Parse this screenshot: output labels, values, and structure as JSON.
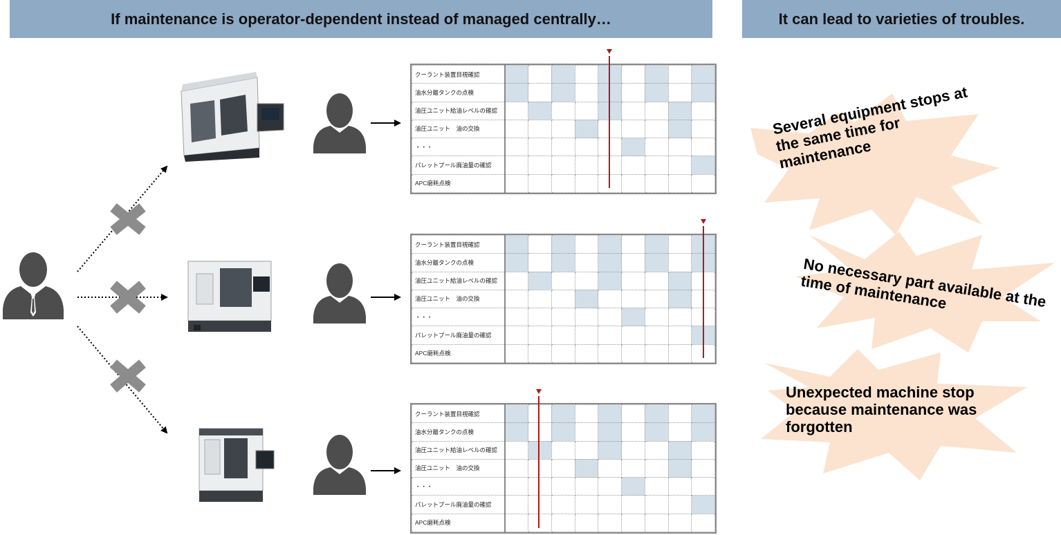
{
  "header": {
    "left_title": "If maintenance is operator-dependent instead of managed centrally…",
    "right_title": "It can lead to varieties of troubles."
  },
  "schedule_tasks": [
    "クーラント装置目視確認",
    "油水分離タンクの点検",
    "油圧ユニット給油レベルの確認",
    "油圧ユニット　油の交換",
    "・・・",
    "パレットプール廃油量の確認",
    "APC磨耗点検"
  ],
  "schedule_pattern": [
    [
      1,
      0,
      1,
      0,
      1,
      0,
      1,
      0,
      1
    ],
    [
      1,
      0,
      1,
      0,
      1,
      0,
      1,
      0,
      1
    ],
    [
      0,
      1,
      0,
      0,
      1,
      0,
      0,
      1,
      0
    ],
    [
      0,
      0,
      0,
      1,
      0,
      0,
      0,
      1,
      0
    ],
    [
      0,
      0,
      0,
      0,
      0,
      1,
      0,
      0,
      0
    ],
    [
      0,
      0,
      0,
      0,
      0,
      0,
      0,
      0,
      1
    ],
    [
      0,
      0,
      0,
      0,
      0,
      0,
      0,
      0,
      0
    ]
  ],
  "schedules": [
    {
      "current_column": 4.5
    },
    {
      "current_column": 8.5
    },
    {
      "current_column": 1.5
    }
  ],
  "troubles": [
    {
      "text": "Several equipment stops at the same time for maintenance"
    },
    {
      "text": "No necessary part available at the time of maintenance"
    },
    {
      "text": "Unexpected machine stop because maintenance was forgotten"
    }
  ],
  "colors": {
    "banner": "#8eaac5",
    "cell_filled": "#d3dfe9",
    "marker": "#b01919",
    "burst": "#fbe3cf",
    "person": "#4d4d4d",
    "blocked_x": "#8c8c8c"
  },
  "icons": [
    "manager-person-icon",
    "operator-person-icon",
    "machine-tool-image",
    "blocked-x-icon",
    "arrow-icon"
  ]
}
